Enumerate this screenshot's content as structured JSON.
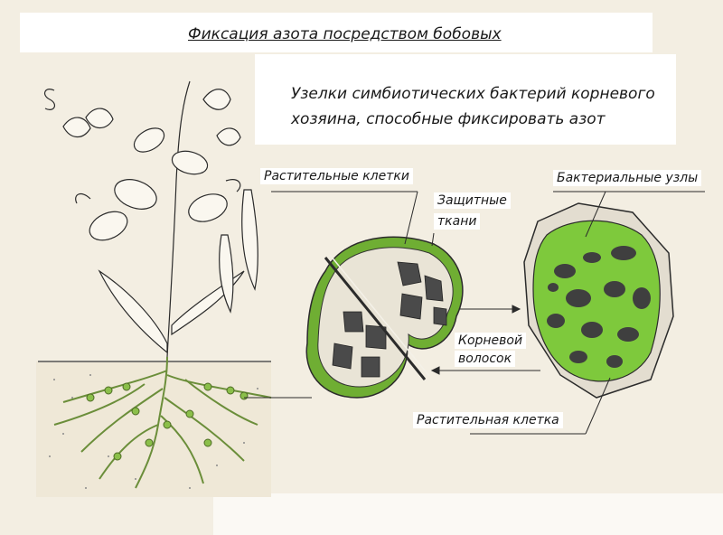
{
  "title": "Фиксация азота посредством бобовых",
  "subtitle": {
    "line1": "Узелки симбиотических бактерий корневого",
    "line2": "хозяина, способные фиксировать азот"
  },
  "labels": {
    "plant_cells": "Растительные клетки",
    "protective_tissue_line1": "Защитные",
    "protective_tissue_line2": "ткани",
    "bacterial_nodes": "Бактериальные узлы",
    "root_hair_line1": "Корневой",
    "root_hair_line2": "волосок",
    "plant_cell": "Растительная клетка"
  },
  "colors": {
    "background": "#f3eee2",
    "nodule_green": "#7cc13a",
    "dark_dots": "#3a3a3a",
    "line": "#2b2b2b"
  }
}
